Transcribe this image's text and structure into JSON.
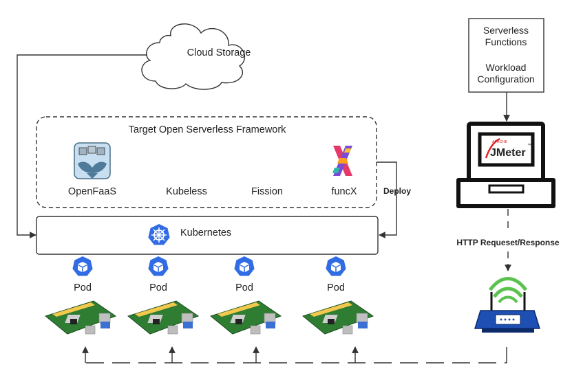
{
  "cloud": {
    "label": "Cloud Storage"
  },
  "framework": {
    "title": "Target Open Serverless Framework",
    "items": [
      {
        "label": "OpenFaaS"
      },
      {
        "label": "Kubeless"
      },
      {
        "label": "Fission"
      },
      {
        "label": "funcX"
      }
    ]
  },
  "deploy": {
    "label": "Deploy"
  },
  "kubernetes": {
    "label": "Kubernetes"
  },
  "pods": [
    {
      "label": "Pod"
    },
    {
      "label": "Pod"
    },
    {
      "label": "Pod"
    },
    {
      "label": "Pod"
    }
  ],
  "workload": {
    "line1": "Serverless",
    "line2": "Functions",
    "line3": "Workload",
    "line4": "Configuration"
  },
  "jmeter": {
    "vendor": "APACHE",
    "name": "JMeter",
    "tm": "™"
  },
  "http": {
    "label": "HTTP Requeset/Response"
  },
  "colors": {
    "kube_blue": "#326ce5",
    "stroke": "#333333",
    "board_green": "#2e7d32",
    "router_blue": "#1e4fb3"
  }
}
